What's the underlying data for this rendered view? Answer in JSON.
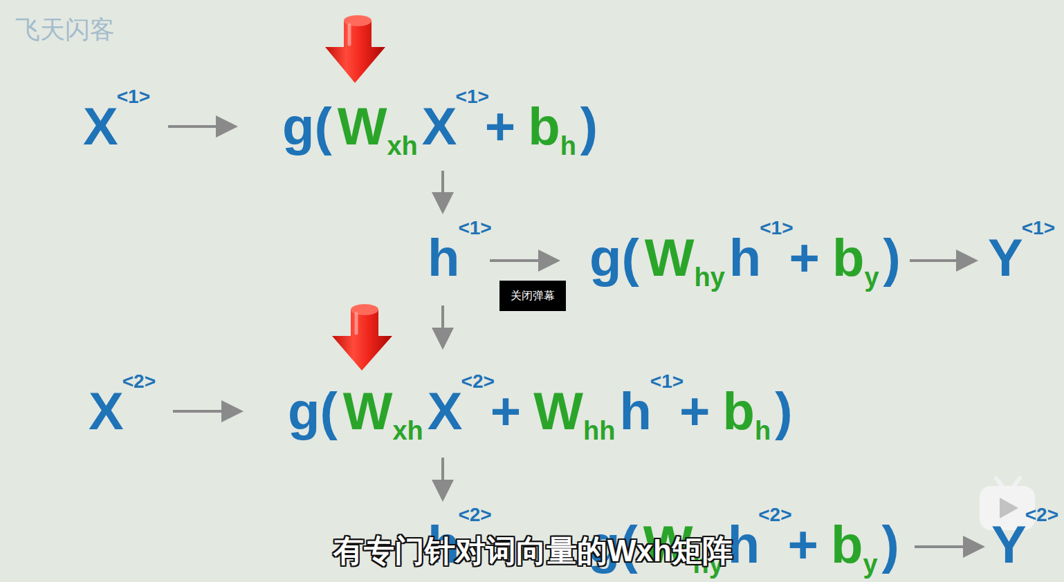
{
  "diagram": {
    "nodes": [
      {
        "text": [
          "关闭弹幕"
        ]
      }
    ],
    "labels": [
      "飞天闪客",
      "X",
      "<1>",
      "g(",
      "W",
      "xh",
      "X",
      "<1>",
      "+",
      "b",
      "h",
      ")",
      "h",
      "<1>",
      "g(",
      "W",
      "hy",
      "h",
      "<1>",
      "+",
      "b",
      "y",
      ")",
      "Y",
      "<1>",
      "X",
      "<2>",
      "g(",
      "W",
      "xh",
      "X",
      "<2>",
      "+",
      "W",
      "hh",
      "h",
      "<1>",
      "+",
      "b",
      "h",
      ")",
      "h",
      "<2>",
      "g(",
      "W",
      "hy",
      "h",
      "<2>",
      "+",
      "b",
      "y",
      ")",
      "Y",
      "<2>",
      "有专门针对词向量的Wxh矩阵"
    ]
  }
}
